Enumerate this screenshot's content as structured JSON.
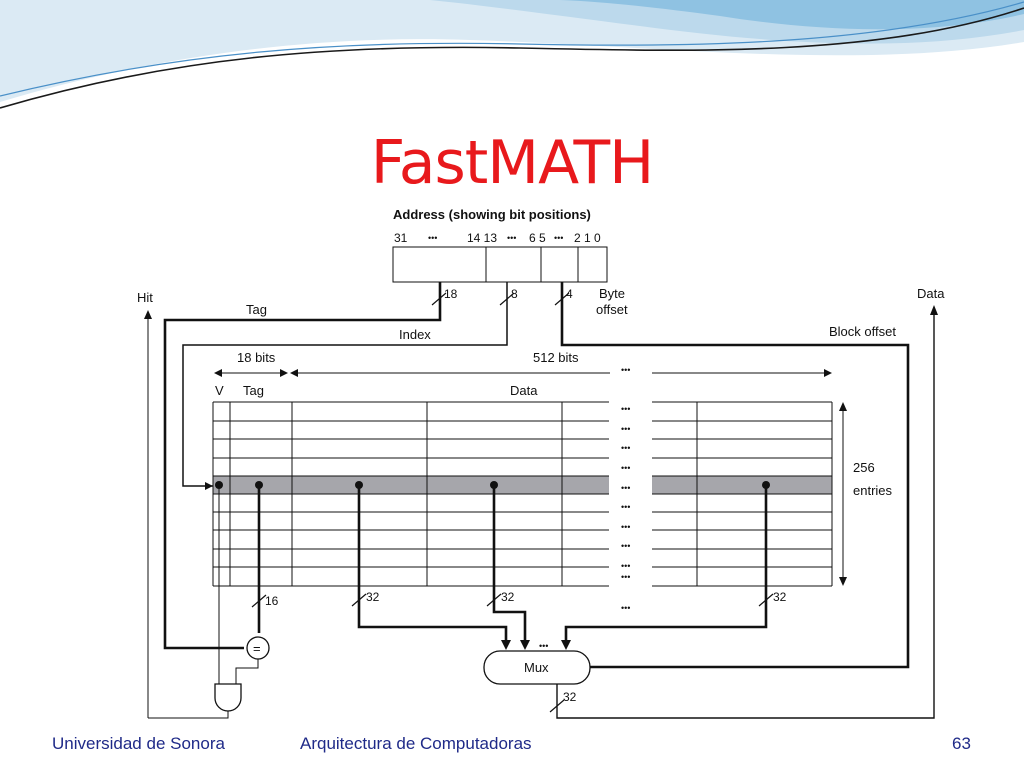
{
  "slide": {
    "title": "FastMATH",
    "footer_left": "Universidad de Sonora",
    "footer_center": "Arquitectura de Computadoras",
    "page_number": "63"
  },
  "diagram": {
    "address_label": "Address (showing bit positions)",
    "bit_positions": [
      "31",
      "•••",
      "14 13",
      "•••",
      "6 5",
      "•••",
      "2 1 0"
    ],
    "tag_width": "18",
    "index_width": "8",
    "block_offset_width": "4",
    "byte_offset_label_1": "Byte",
    "byte_offset_label_2": "offset",
    "hit_label": "Hit",
    "data_out_label": "Data",
    "tag_label": "Tag",
    "index_label": "Index",
    "block_offset_label": "Block offset",
    "tag_bits_label": "18 bits",
    "data_bits_label": "512 bits",
    "col_v": "V",
    "col_tag": "Tag",
    "col_data": "Data",
    "entries_count": "256",
    "entries_label": "entries",
    "tag_bus_width": "16",
    "word_bus_width_1": "32",
    "word_bus_width_2": "32",
    "word_bus_width_3": "32",
    "comparator_symbol": "=",
    "mux_label": "Mux",
    "mux_output_width": "32",
    "ellipsis": "•••"
  }
}
